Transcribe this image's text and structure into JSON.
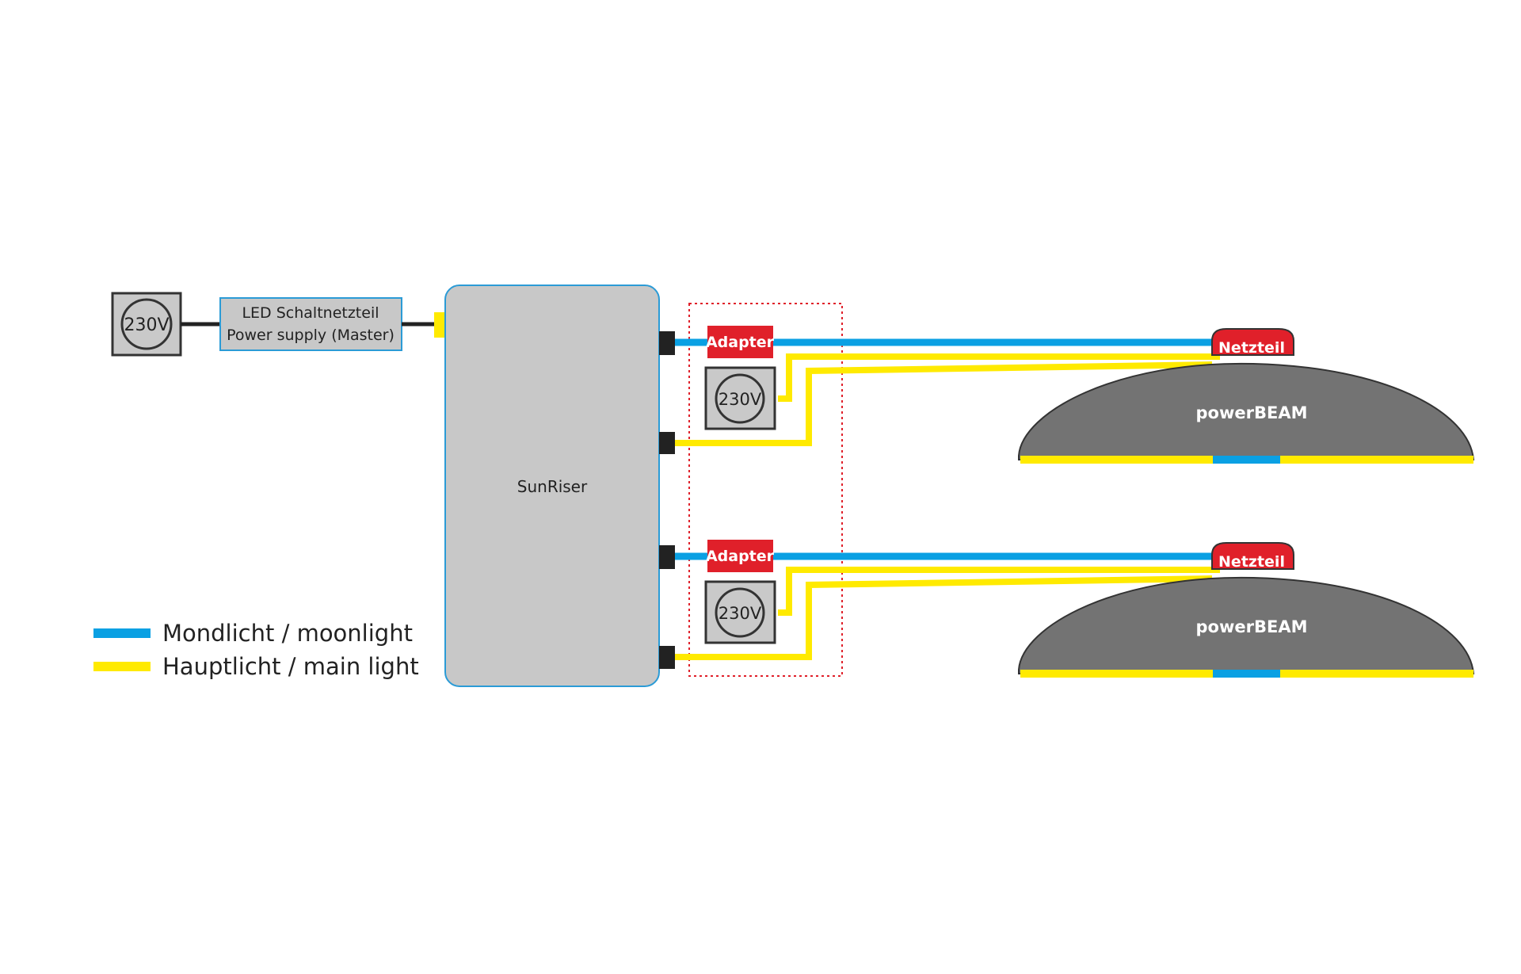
{
  "colors": {
    "moonlight": "#0aa0e3",
    "main_light": "#ffea00",
    "adapter": "#e0202a",
    "beam": "#737373",
    "box_gray": "#c8c8c8",
    "outlet_gray": "#c9c9c9",
    "connector": "#222222",
    "sunriser_border": "#2b9bd6",
    "dotted_frame": "#e0202a"
  },
  "outlet": {
    "label": "230V"
  },
  "power_supply": {
    "line1": "LED Schaltnetzteil",
    "line2": "Power supply (Master)"
  },
  "sunriser": {
    "label": "SunRiser"
  },
  "adapters": [
    {
      "label": "Adapter",
      "outlet_label": "230V"
    },
    {
      "label": "Adapter",
      "outlet_label": "230V"
    }
  ],
  "beams": [
    {
      "label": "powerBEAM",
      "netzteil": "Netzteil"
    },
    {
      "label": "powerBEAM",
      "netzteil": "Netzteil"
    }
  ],
  "legend": [
    {
      "label": "Mondlicht / moonlight",
      "color_key": "moonlight"
    },
    {
      "label": "Hauptlicht / main light",
      "color_key": "main_light"
    }
  ]
}
